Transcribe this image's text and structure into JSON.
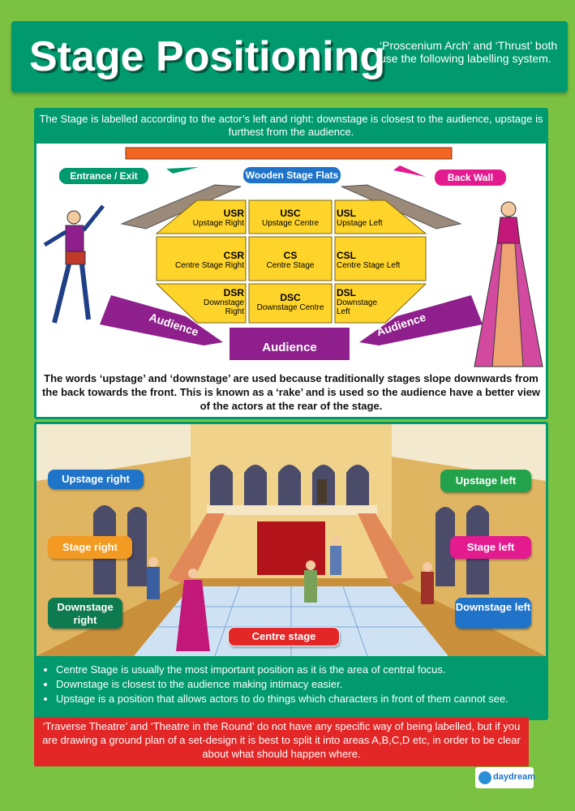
{
  "header": {
    "title": "Stage Positioning",
    "note": "‘Proscenium Arch’ and ‘Thrust’ both use the following labelling system."
  },
  "panel1": {
    "intro": "The Stage is labelled according to the actor’s left and right: downstage is closest to the audience, upstage is furthest from the audience.",
    "callouts": {
      "entrance": "Entrance / Exit",
      "flats": "Wooden Stage Flats",
      "backwall": "Back Wall"
    },
    "grid": [
      {
        "code": "USR",
        "name": "Upstage Right"
      },
      {
        "code": "USC",
        "name": "Upstage Centre"
      },
      {
        "code": "USL",
        "name": "Upstage Left"
      },
      {
        "code": "CSR",
        "name": "Centre Stage Right"
      },
      {
        "code": "CS",
        "name": "Centre Stage"
      },
      {
        "code": "CSL",
        "name": "Centre Stage Left"
      },
      {
        "code": "DSR",
        "name": "Downstage Right"
      },
      {
        "code": "DSC",
        "name": "Downstage Centre"
      },
      {
        "code": "DSL",
        "name": "Downstage Left"
      }
    ],
    "audience": [
      "Audience",
      "Audience",
      "Audience"
    ],
    "rake_text": "The words ‘upstage’ and ‘downstage’ are used because traditionally stages slope downwards from the back towards the front. This is known as a ‘rake’ and is used so the audience have a better view of the actors at the rear of the stage."
  },
  "panel2": {
    "labels": {
      "upstage_right": "Upstage right",
      "stage_right": "Stage right",
      "downstage_right": "Downstage right",
      "upstage_left": "Upstage left",
      "stage_left": "Stage left",
      "downstage_left": "Downstage left",
      "centre": "Centre stage"
    },
    "bullets": [
      "Centre Stage is usually the most important position as it is the area of central focus.",
      "Downstage is closest to the audience making intimacy easier.",
      "Upstage is a position that allows actors to do things which characters in front of them cannot see."
    ]
  },
  "footer": {
    "text": "‘Traverse Theatre’ and ‘Theatre in the Round’ do not have any specific way of being labelled, but if you are drawing a ground plan of a set-design it is best to split it into areas A,B,C,D etc, in order to be clear about what should happen where.",
    "brand": "daydream"
  },
  "colors": {
    "background": "#7cc242",
    "header": "#009a6e",
    "stage_cell": "#ffd42a",
    "audience": "#8e1f8c",
    "footer": "#e32626"
  }
}
